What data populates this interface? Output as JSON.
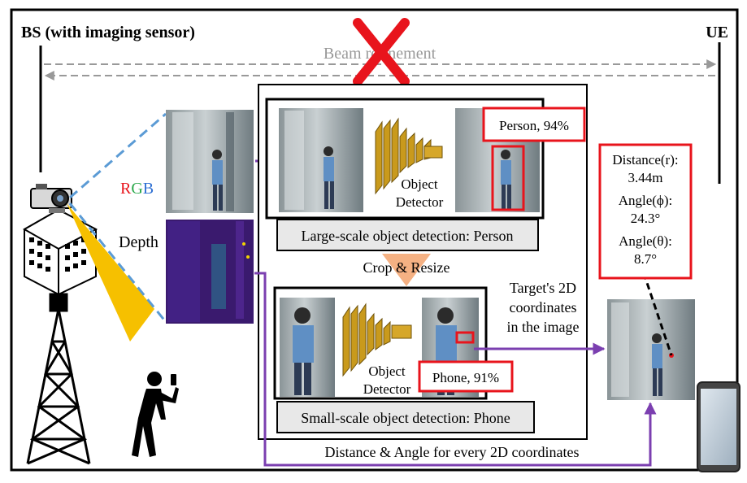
{
  "header": {
    "bs_label": "BS (with imaging sensor)",
    "ue_label": "UE",
    "beam_label": "Beam refinement"
  },
  "inputs": {
    "rgb_r": "R",
    "rgb_g": "G",
    "rgb_b": "B",
    "depth_label": "Depth"
  },
  "large_stage": {
    "detector_line1": "Object",
    "detector_line2": "Detector",
    "detection_label": "Person, 94%",
    "caption": "Large-scale object detection: Person"
  },
  "crop_label": "Crop & Resize",
  "small_stage": {
    "detector_line1": "Object",
    "detector_line2": "Detector",
    "detection_label": "Phone, 91%",
    "caption": "Small-scale object detection: Phone"
  },
  "target_text": [
    "Target's 2D",
    "coordinates",
    "in the image"
  ],
  "measurements": {
    "distance_label": "Distance(r):",
    "distance_value": "3.44m",
    "angle_phi_label": "Angle(ϕ):",
    "angle_phi_value": "24.3°",
    "angle_theta_label": "Angle(θ):",
    "angle_theta_value": "8.7°"
  },
  "bottom_label": "Distance & Angle for every 2D coordinates",
  "colors": {
    "red": "#e8141c",
    "purple": "#7b3fb0",
    "dashed_blue": "#5b9bd5",
    "beam_yellow": "#f6c000",
    "detector_gold": "#c99a1c",
    "crop_arrow": "#f5b183",
    "depth_purple": "#3a1a6e",
    "rgb_red": "#e8141c",
    "rgb_green": "#2aa84a",
    "rgb_blue": "#2e6fd3"
  }
}
